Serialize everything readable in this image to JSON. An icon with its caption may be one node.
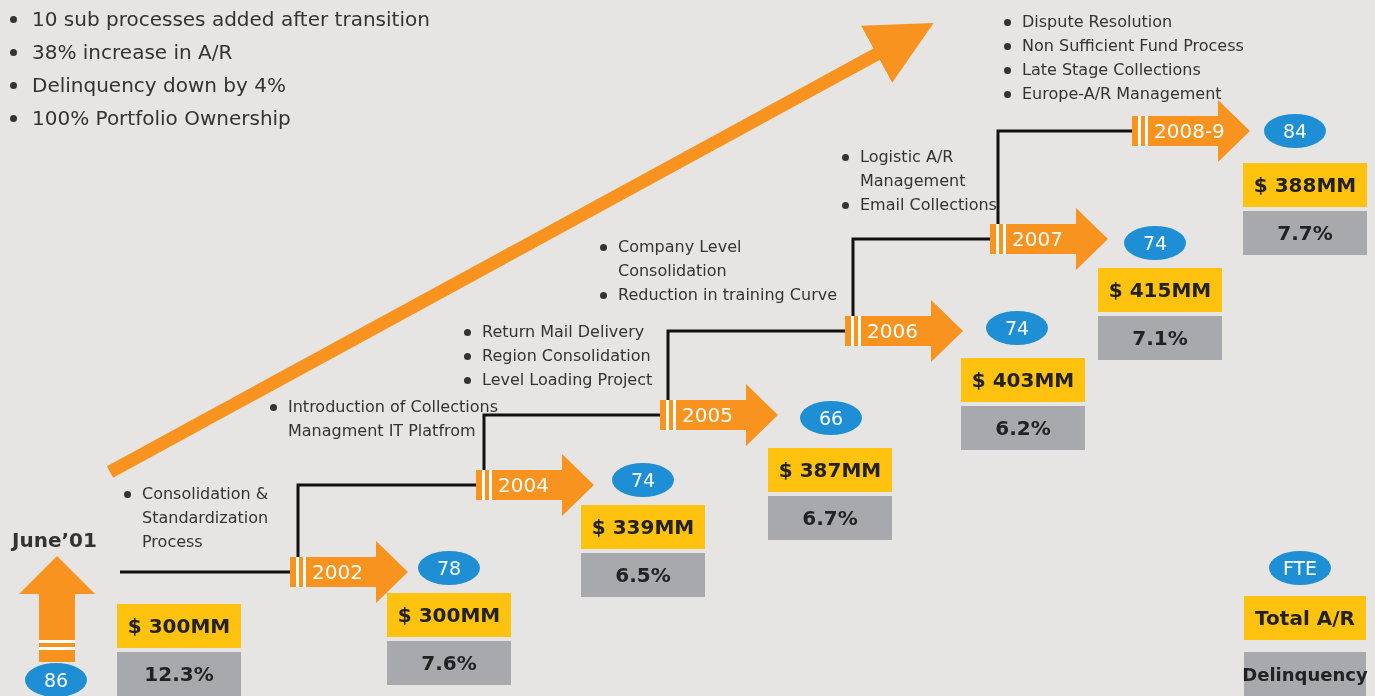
{
  "diagram": {
    "nodes": [
      {
        "text": [
          "June’01"
        ]
      },
      {
        "text": [
          "86"
        ]
      },
      {
        "text": [
          "$ 300MM"
        ]
      },
      {
        "text": [
          "12.3%"
        ]
      },
      {
        "text": [
          "2002"
        ]
      },
      {
        "text": [
          "78"
        ]
      },
      {
        "text": [
          "$ 300MM"
        ]
      },
      {
        "text": [
          "7.6%"
        ]
      },
      {
        "text": [
          "2004"
        ]
      },
      {
        "text": [
          "74"
        ]
      },
      {
        "text": [
          "$ 339MM"
        ]
      },
      {
        "text": [
          "6.5%"
        ]
      },
      {
        "text": [
          "2005"
        ]
      },
      {
        "text": [
          "66"
        ]
      },
      {
        "text": [
          "$ 387MM"
        ]
      },
      {
        "text": [
          "6.7%"
        ]
      },
      {
        "text": [
          "2006"
        ]
      },
      {
        "text": [
          "74"
        ]
      },
      {
        "text": [
          "$ 403MM"
        ]
      },
      {
        "text": [
          "6.2%"
        ]
      },
      {
        "text": [
          "2007"
        ]
      },
      {
        "text": [
          "74"
        ]
      },
      {
        "text": [
          "$ 415MM"
        ]
      },
      {
        "text": [
          "7.1%"
        ]
      },
      {
        "text": [
          "2008-9"
        ]
      },
      {
        "text": [
          "84"
        ]
      },
      {
        "text": [
          "$ 388MM"
        ]
      },
      {
        "text": [
          "7.7%"
        ]
      }
    ],
    "edges": [
      {
        "from": null,
        "to": 4,
        "arrow": "none"
      },
      {
        "from": 4,
        "to": 8,
        "arrow": "none"
      },
      {
        "from": 8,
        "to": 12,
        "arrow": "none"
      },
      {
        "from": 12,
        "to": 16,
        "arrow": "none"
      },
      {
        "from": 16,
        "to": 20,
        "arrow": "none"
      },
      {
        "from": 20,
        "to": 24,
        "arrow": "none"
      }
    ],
    "labels": [
      "10 sub processes added after transition",
      "38% increase in A/R",
      "Delinquency down by 4%",
      "100% Portfolio Ownership",
      "Consolidation & Standardization Process",
      "Introduction of Collections Managment IT Platfrom",
      "Return Mail Delivery",
      "Region Consolidation",
      "Level Loading Project",
      "Company Level Consolidation",
      "Reduction in training Curve",
      "Logistic A/R Management",
      "Email Collections",
      "Dispute Resolution",
      "Non Sufficient Fund Process",
      "Late Stage Collections",
      "Europe-A/R Management"
    ],
    "legend": [
      {
        "text": "FTE",
        "color": "#1e8fd5"
      },
      {
        "text": "Total A/R",
        "color": "#ffc20e"
      },
      {
        "text": "Delinquency",
        "color": "#a7a9ac"
      }
    ]
  }
}
